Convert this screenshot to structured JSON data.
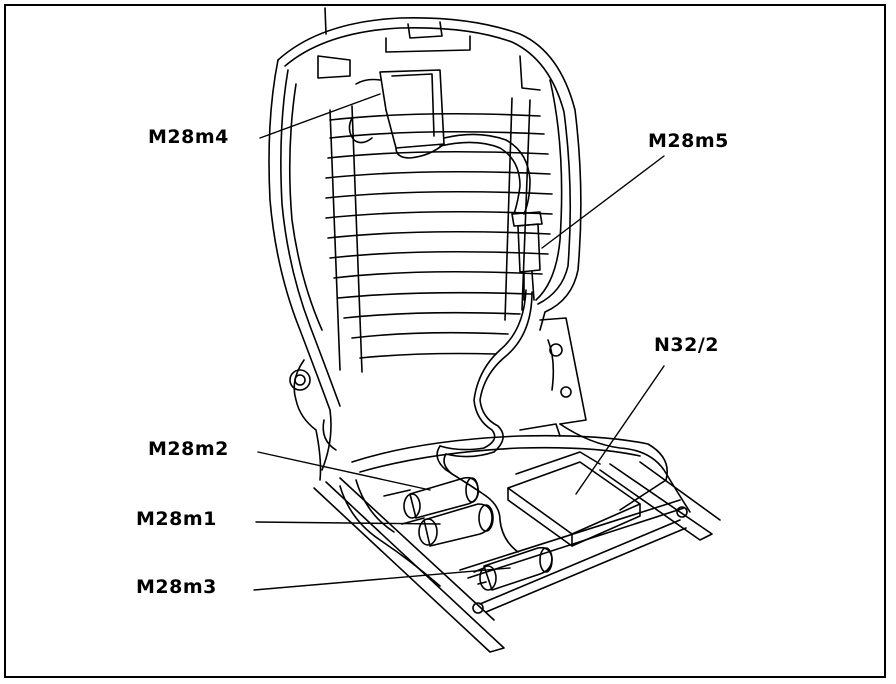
{
  "labels": {
    "m28m4": "M28m4",
    "m28m5": "M28m5",
    "n32_2": "N32/2",
    "m28m2": "M28m2",
    "m28m1": "M28m1",
    "m28m3": "M28m3"
  }
}
